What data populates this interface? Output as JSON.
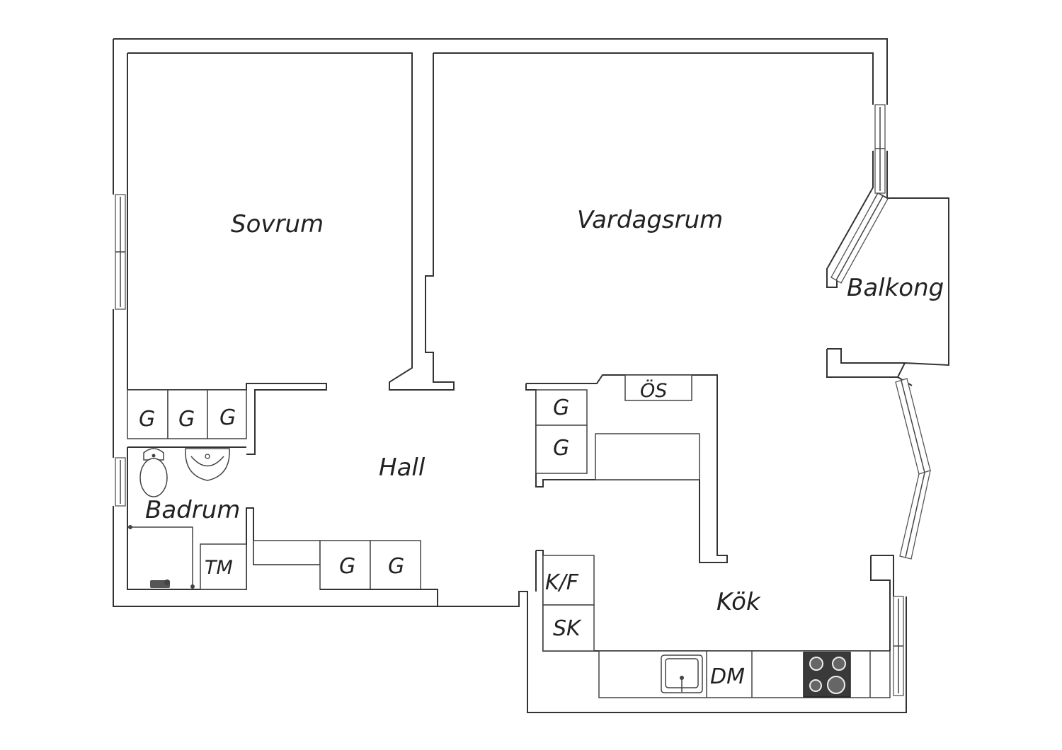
{
  "rooms": {
    "sovrum": "Sovrum",
    "vardagsrum": "Vardagsrum",
    "balkong": "Balkong",
    "hall": "Hall",
    "badrum": "Badrum",
    "kok": "Kök"
  },
  "units": {
    "garderob": "G",
    "overskap": "ÖS",
    "tvattmaskin": "TM",
    "kyl_frys": "K/F",
    "stadskap": "SK",
    "diskmaskin": "DM"
  },
  "colors": {
    "wall": "#333333",
    "background": "#ffffff",
    "stove": "#3a3a3a"
  }
}
